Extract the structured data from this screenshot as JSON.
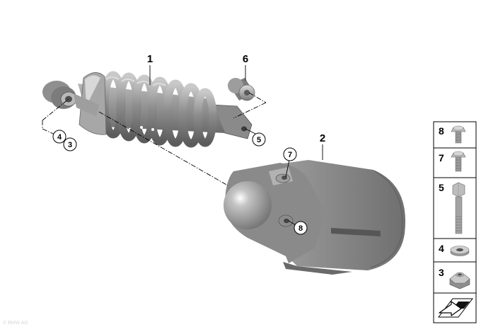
{
  "diagram": {
    "part_labels": [
      {
        "id": "shock",
        "text": "1"
      },
      {
        "id": "cover",
        "text": "2"
      },
      {
        "id": "bushing",
        "text": "6"
      }
    ],
    "callouts": [
      {
        "id": "c4",
        "text": "4"
      },
      {
        "id": "c3",
        "text": "3"
      },
      {
        "id": "c5",
        "text": "5"
      },
      {
        "id": "c7",
        "text": "7"
      },
      {
        "id": "c8",
        "text": "8"
      }
    ],
    "side_panel": [
      {
        "text": "8",
        "icon": "flange-bolt-icon"
      },
      {
        "text": "7",
        "icon": "flange-bolt-icon"
      },
      {
        "text": "5",
        "icon": "hex-bolt-icon"
      },
      {
        "text": "4",
        "icon": "washer-icon"
      },
      {
        "text": "3",
        "icon": "hex-nut-icon"
      },
      {
        "text": "",
        "icon": "arrow-plate-icon"
      }
    ],
    "watermark": "© BMW AG"
  },
  "colors": {
    "part_gray": "#9a9a9a",
    "part_dark": "#6e6e6e",
    "part_light": "#cfcfcf",
    "line": "#000000"
  }
}
